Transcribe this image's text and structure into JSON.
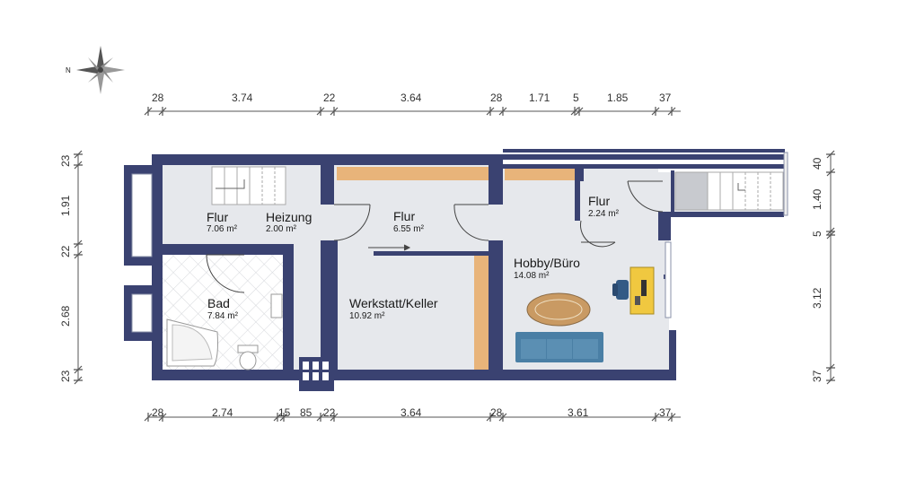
{
  "compass": {
    "north_label": "N"
  },
  "rooms": [
    {
      "name": "Flur",
      "area": "7.06 m²"
    },
    {
      "name": "Heizung",
      "area": "2.00 m²"
    },
    {
      "name": "Flur",
      "area": "6.55 m²"
    },
    {
      "name": "Flur",
      "area": "2.24 m²"
    },
    {
      "name": "Hobby/Büro",
      "area": "14.08 m²"
    },
    {
      "name": "Bad",
      "area": "7.84 m²"
    },
    {
      "name": "Werkstatt/Keller",
      "area": "10.92 m²"
    }
  ],
  "dimensions": {
    "top": [
      "28",
      "3.74",
      "22",
      "3.64",
      "28",
      "1.71",
      "5",
      "1.85",
      "37"
    ],
    "bottom": [
      "28",
      "2.74",
      "15",
      "85",
      "22",
      "3.64",
      "28",
      "3.61",
      "37"
    ],
    "left": [
      "23",
      "1.91",
      "22",
      "2.68",
      "23"
    ],
    "right": [
      "40",
      "1.40",
      "5",
      "3.12",
      "37"
    ]
  },
  "colors": {
    "wall": "#3a4271",
    "floor": "#e6e8ec",
    "wood": "#e8b47a",
    "sofa": "#4a7fa5",
    "desk": "#f0c840"
  }
}
